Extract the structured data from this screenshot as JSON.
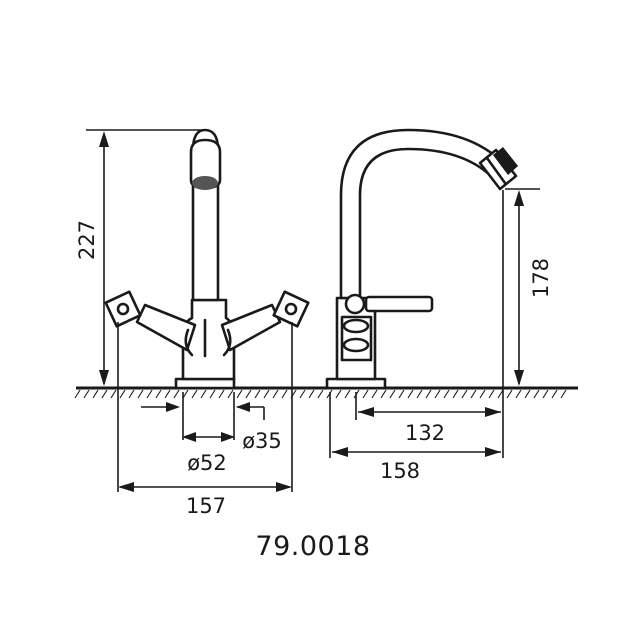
{
  "dimensions": {
    "front_height": "227",
    "overall_width": "157",
    "base_diameter": "ø52",
    "hole_diameter": "ø35",
    "side_height": "178",
    "spout_reach": "132",
    "side_depth": "158"
  },
  "product_code": "79.0018"
}
